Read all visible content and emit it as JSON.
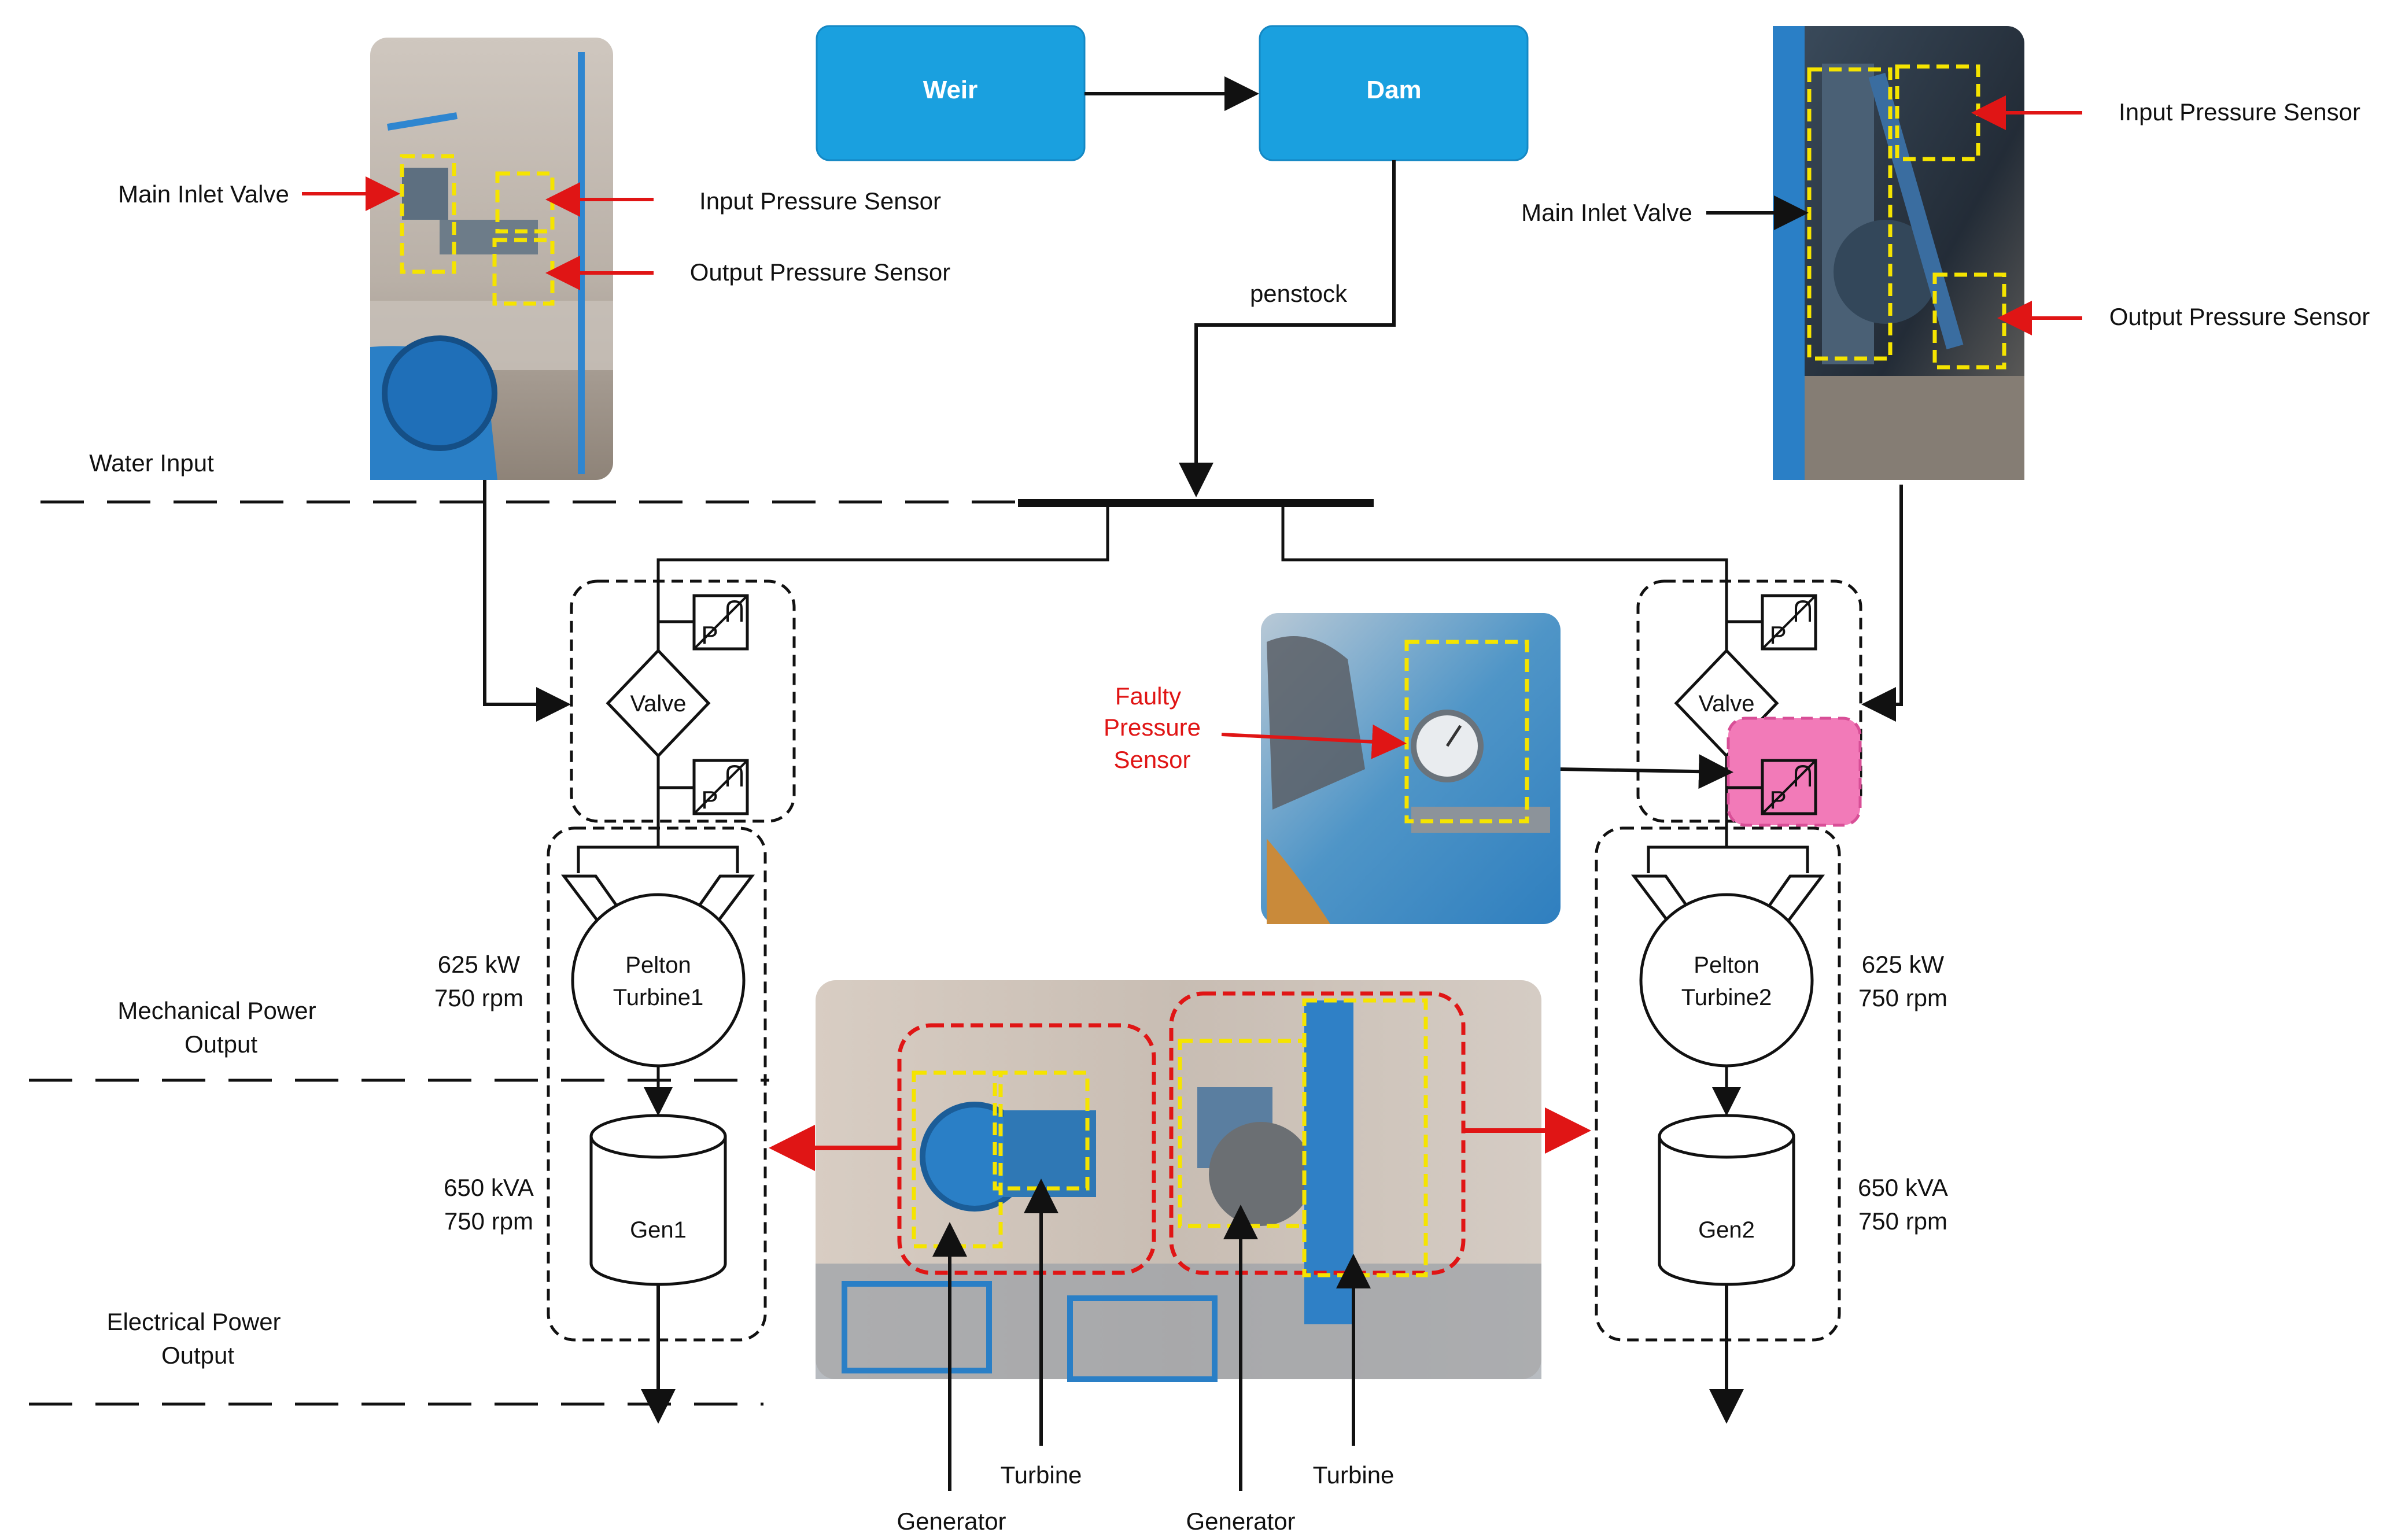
{
  "blocks": {
    "weir": "Weir",
    "dam": "Dam",
    "penstock": "penstock"
  },
  "levels": {
    "water_input": "Water Input",
    "mechanical_line1": "Mechanical Power",
    "mechanical_line2": "Output",
    "electrical_line1": "Electrical Power",
    "electrical_line2": "Output"
  },
  "unit1": {
    "valve": "Valve",
    "pressure_symbol": "P",
    "turbine_line1": "Pelton",
    "turbine_line2": "Turbine1",
    "turbine_power": "625 kW",
    "turbine_speed": "750 rpm",
    "generator": "Gen1",
    "gen_power": "650 kVA",
    "gen_speed": "750 rpm"
  },
  "unit2": {
    "valve": "Valve",
    "pressure_symbol": "P",
    "turbine_line1": "Pelton",
    "turbine_line2": "Turbine2",
    "turbine_power": "625 kW",
    "turbine_speed": "750 rpm",
    "generator": "Gen2",
    "gen_power": "650 kVA",
    "gen_speed": "750 rpm"
  },
  "photo_labels": {
    "left_main_inlet_valve": "Main Inlet Valve",
    "left_input_pressure_sensor": "Input Pressure Sensor",
    "left_output_pressure_sensor": "Output Pressure Sensor",
    "right_main_inlet_valve": "Main Inlet Valve",
    "right_input_pressure_sensor": "Input Pressure Sensor",
    "right_output_pressure_sensor": "Output Pressure Sensor",
    "faulty_line1": "Faulty",
    "faulty_line2": "Pressure",
    "faulty_line3": "Sensor",
    "bottom_generator_1": "Generator",
    "bottom_turbine_1": "Turbine",
    "bottom_generator_2": "Generator",
    "bottom_turbine_2": "Turbine"
  },
  "colors": {
    "block_fill": "#1aa0df",
    "annotation_red": "#e01515",
    "highlight_yellow": "#f5e400",
    "fault_pink": "#f27ab8",
    "line_black": "#111111"
  }
}
